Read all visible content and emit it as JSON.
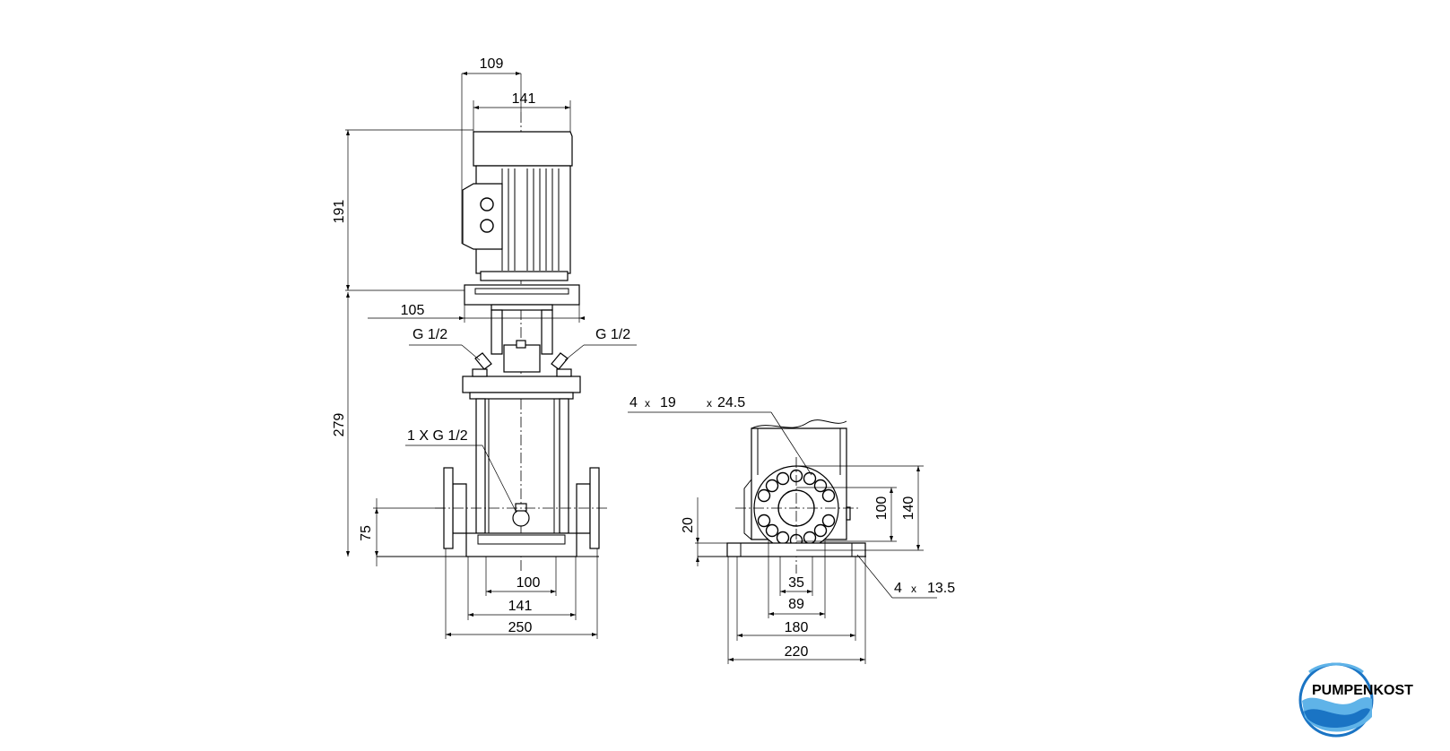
{
  "side_view": {
    "dims": {
      "motor_offset": "109",
      "motor_width": "141",
      "motor_height": "191",
      "pump_height": "279",
      "coupling_width": "105",
      "inlet_height": "75",
      "base_inner": "100",
      "base_mid": "141",
      "base_overall": "250"
    },
    "ports": {
      "vent_left": "G 1/2",
      "vent_right": "G 1/2",
      "drain": "1 X G 1/2"
    }
  },
  "flange_view": {
    "dims": {
      "bolt_holes_count": "4",
      "bolt_holes_times": "x",
      "bolt_holes_diameter": "19",
      "bolt_holes_pcd_times": "x",
      "bolt_holes_pcd": "24.5",
      "flange_inner": "100",
      "flange_outer": "140",
      "base_height": "20",
      "bore": "35",
      "flange_width": "89",
      "base_holes_distance": "180",
      "base_width": "220",
      "foot_holes_count": "4",
      "foot_holes_times": "x",
      "foot_holes_diameter": "13.5"
    }
  },
  "logo": {
    "text": "PUMPENKOST",
    "colors": {
      "primary": "#1a74c4",
      "light": "#5fb3e8"
    }
  }
}
